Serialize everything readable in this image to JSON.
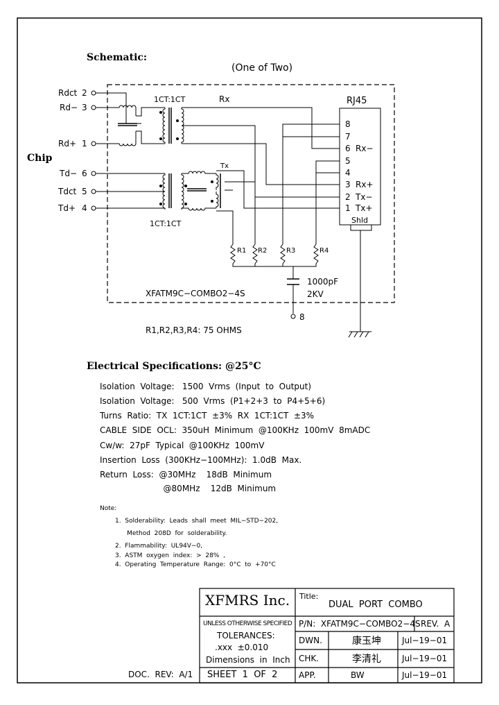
{
  "schematic": {
    "heading": "Schematic:",
    "subheading": "(One of Two)",
    "chip_label": "Chip",
    "pins_left": [
      {
        "name": "Rdct",
        "num": "2"
      },
      {
        "name": "Rd−",
        "num": "3"
      },
      {
        "name": "Rd+",
        "num": "1"
      },
      {
        "name": "Td−",
        "num": "6"
      },
      {
        "name": "Tdct",
        "num": "5"
      },
      {
        "name": "Td+",
        "num": "4"
      }
    ],
    "ratio_top": "1CT:1CT",
    "ratio_bottom": "1CT:1CT",
    "rx_label": "Rx",
    "tx_label": "Tx",
    "rj45_title": "RJ45",
    "rj45_pins": [
      {
        "num": "8",
        "sig": ""
      },
      {
        "num": "7",
        "sig": ""
      },
      {
        "num": "6",
        "sig": "Rx−"
      },
      {
        "num": "5",
        "sig": ""
      },
      {
        "num": "4",
        "sig": ""
      },
      {
        "num": "3",
        "sig": "Rx+"
      },
      {
        "num": "2",
        "sig": "Tx−"
      },
      {
        "num": "1",
        "sig": "Tx+"
      }
    ],
    "shield_label": "Shld",
    "resistors": [
      "R1",
      "R2",
      "R3",
      "R4"
    ],
    "cap_value": "1000pF",
    "cap_voltage": "2KV",
    "part_label": "XFATM9C−COMBO2−4S",
    "pin8_label": "8",
    "resistor_note": "R1,R2,R3,R4:  75  OHMS"
  },
  "electrical": {
    "heading": "Electrical   Specifications: @25°C",
    "lines": [
      "Isolation  Voltage:   1500  Vrms  (Input  to  Output)",
      "Isolation  Voltage:   500  Vrms  (P1+2+3  to  P4+5+6)",
      "Turns  Ratio:  TX  1CT:1CT  ±3%  RX  1CT:1CT  ±3%",
      "CABLE  SIDE  OCL:  350uH  Minimum  @100KHz  100mV  8mADC",
      "Cw/w:  27pF  Typical  @100KHz  100mV",
      "Insertion  Loss  (300KHz−100MHz):  1.0dB  Max.",
      "Return  Loss:  @30MHz    18dB  Minimum",
      "                        @80MHz    12dB  Minimum"
    ]
  },
  "notes": {
    "heading": "Note:",
    "items": [
      "1.  Solderability:  Leads  shall  meet  MIL−STD−202,",
      "      Method  208D  for  solderability.",
      "2.  Flammability:  UL94V−0,",
      "3.  ASTM  oxygen  index:  >  28%  ,",
      "4.  Operating  Temperature  Range:  0°C  to  +70°C"
    ]
  },
  "title_block": {
    "company": "XFMRS Inc.",
    "title_label": "Title:",
    "title": "DUAL  PORT  COMBO",
    "unless_spec": "UNLESS OTHERWISE SPECIFIED",
    "tolerances": "TOLERANCES:",
    "tolerance_value": ".xxx  ±0.010",
    "dimensions": "Dimensions  in  Inch",
    "sheet": "SHEET  1  OF  2",
    "pn": "P/N:  XFATM9C−COMBO2−4S",
    "rev": "REV.  A",
    "dwn_label": "DWN.",
    "dwn_name": "康玉坤",
    "dwn_date": "Jul−19−01",
    "chk_label": "CHK.",
    "chk_name": "李清礼",
    "chk_date": "Jul−19−01",
    "app_label": "APP.",
    "app_name": "BW",
    "app_date": "Jul−19−01",
    "doc_rev": "DOC.  REV:  A/1"
  }
}
